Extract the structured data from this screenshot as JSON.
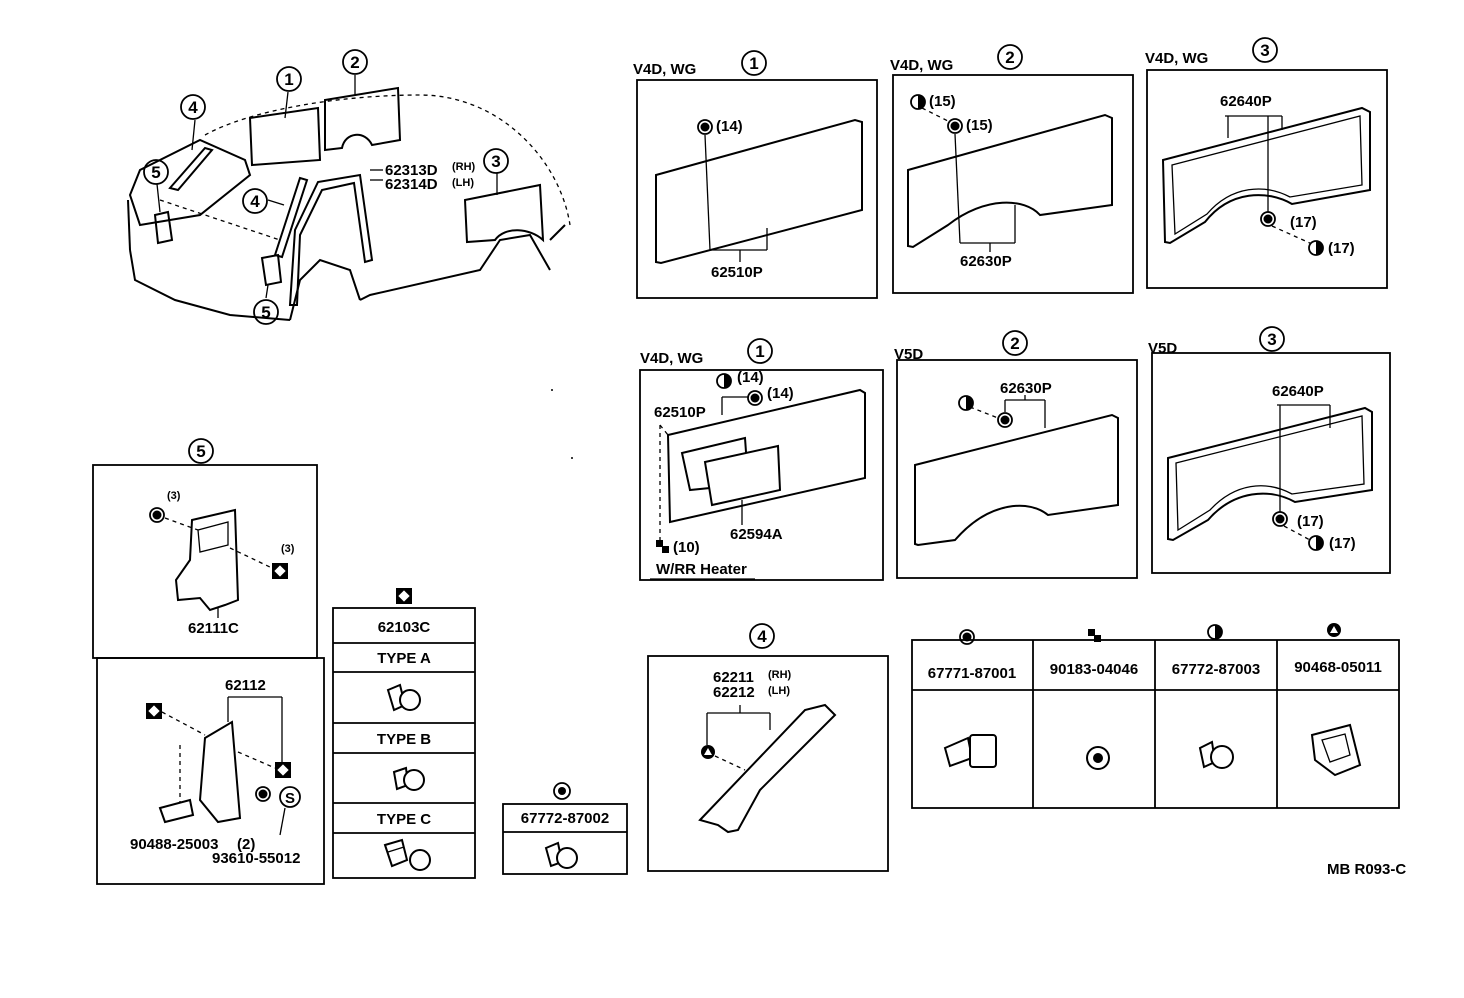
{
  "callouts": {
    "c1": "1",
    "c2": "2",
    "c3": "3",
    "c4": "4",
    "c5": "5"
  },
  "vehicle": {
    "part_rh": "62313D",
    "rh": "(RH)",
    "part_lh": "62314D",
    "lh": "(LH)"
  },
  "top_row": [
    {
      "variant": "V4D, WG",
      "callout": "1",
      "part": "62510P",
      "clips": [
        "(14)"
      ]
    },
    {
      "variant": "V4D, WG",
      "callout": "2",
      "part": "62630P",
      "clips": [
        "(15)",
        "(15)"
      ]
    },
    {
      "variant": "V4D, WG",
      "callout": "3",
      "part": "62640P",
      "clips": [
        "(17)",
        "(17)"
      ]
    }
  ],
  "mid_row": [
    {
      "variant": "V4D, WG",
      "callout": "1",
      "part": "62510P",
      "part2": "62594A",
      "clips": [
        "(14)",
        "(14)",
        "(10)"
      ],
      "note": "W/RR Heater"
    },
    {
      "variant": "V5D",
      "callout": "2",
      "part": "62630P"
    },
    {
      "variant": "V5D",
      "callout": "3",
      "part": "62640P",
      "clips": [
        "(17)",
        "(17)"
      ]
    }
  ],
  "section5": {
    "callout": "5",
    "upper": {
      "qty1": "(3)",
      "qty2": "(3)",
      "part": "62111C"
    },
    "lower": {
      "part": "62112",
      "bolt": "90488-25003",
      "qty": "(2)",
      "screw": "93610-55012",
      "s_mark": "S"
    }
  },
  "clip_types": {
    "part": "62103C",
    "types": [
      "TYPE A",
      "TYPE B",
      "TYPE C"
    ]
  },
  "single_clip": {
    "part": "67772-87002"
  },
  "section4": {
    "callout": "4",
    "part_rh": "62211",
    "rh": "(RH)",
    "part_lh": "62212",
    "lh": "(LH)"
  },
  "fastener_table": {
    "parts": [
      "67771-87001",
      "90183-04046",
      "67772-87003",
      "90468-05011"
    ]
  },
  "footer_code": "MB R093-C"
}
